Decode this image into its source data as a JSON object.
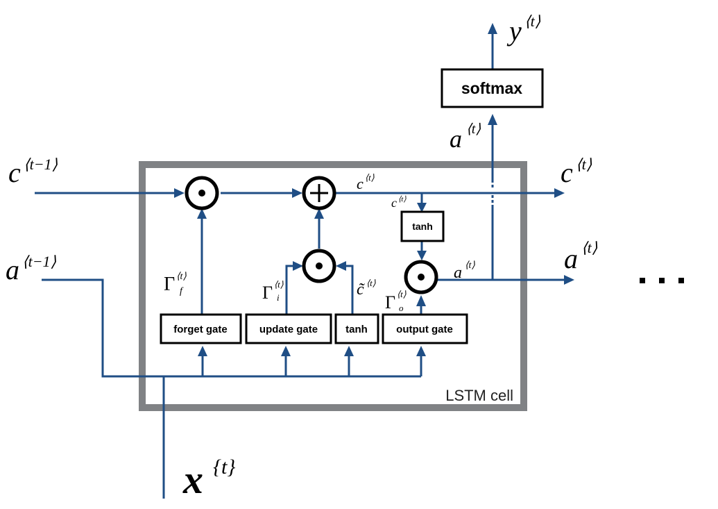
{
  "diagram": {
    "title": "LSTM cell",
    "cell_label": "LSTM cell",
    "ellipsis": "...",
    "gates": {
      "forget": "forget gate",
      "update": "update gate",
      "tanh_candidate": "tanh",
      "output": "output gate",
      "tanh_cell": "tanh",
      "softmax": "softmax"
    },
    "operators": {
      "multiply": "⊙",
      "add": "+"
    },
    "labels": {
      "c_prev": {
        "base": "c",
        "sup": "⟨t−1⟩"
      },
      "a_prev": {
        "base": "a",
        "sup": "⟨t−1⟩"
      },
      "x_t": {
        "base": "x",
        "sup": "{t}"
      },
      "c_out": {
        "base": "c",
        "sup": "⟨t⟩"
      },
      "a_out": {
        "base": "a",
        "sup": "⟨t⟩"
      },
      "y_out": {
        "base": "y",
        "sup": "⟨t⟩"
      },
      "a_to_softmax": {
        "base": "a",
        "sup": "⟨t⟩"
      },
      "c_inner": {
        "base": "c",
        "sup": "⟨t⟩"
      },
      "c_to_tanh": {
        "base": "c",
        "sup": "⟨t⟩"
      },
      "a_inner": {
        "base": "a",
        "sup": "⟨t⟩"
      },
      "gamma_f": {
        "base": "Γ",
        "sup": "⟨t⟩",
        "sub": "f"
      },
      "gamma_i": {
        "base": "Γ",
        "sup": "⟨t⟩",
        "sub": "i"
      },
      "gamma_o": {
        "base": "Γ",
        "sup": "⟨t⟩",
        "sub": "o"
      },
      "c_tilde": {
        "base": "c̃",
        "sup": "⟨t⟩"
      }
    },
    "colors": {
      "wire": "#1f4e85",
      "cell_border": "#808285",
      "operator": "#000000"
    }
  }
}
